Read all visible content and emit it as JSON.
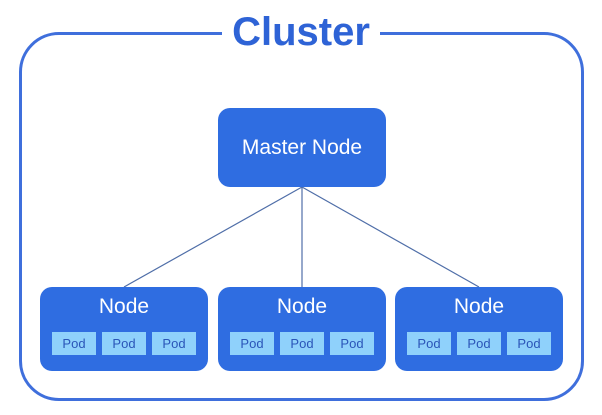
{
  "cluster": {
    "title": "Cluster"
  },
  "master": {
    "label": "Master Node"
  },
  "nodes": [
    {
      "label": "Node",
      "pods": [
        "Pod",
        "Pod",
        "Pod"
      ]
    },
    {
      "label": "Node",
      "pods": [
        "Pod",
        "Pod",
        "Pod"
      ]
    },
    {
      "label": "Node",
      "pods": [
        "Pod",
        "Pod",
        "Pod"
      ]
    }
  ],
  "colors": {
    "frame": "#3f6fdc",
    "title": "#2e63d6",
    "box": "#2f6de1",
    "pod": "#8fd1fb",
    "pod_text": "#2a55b8",
    "connector": "#4f6ea8"
  }
}
